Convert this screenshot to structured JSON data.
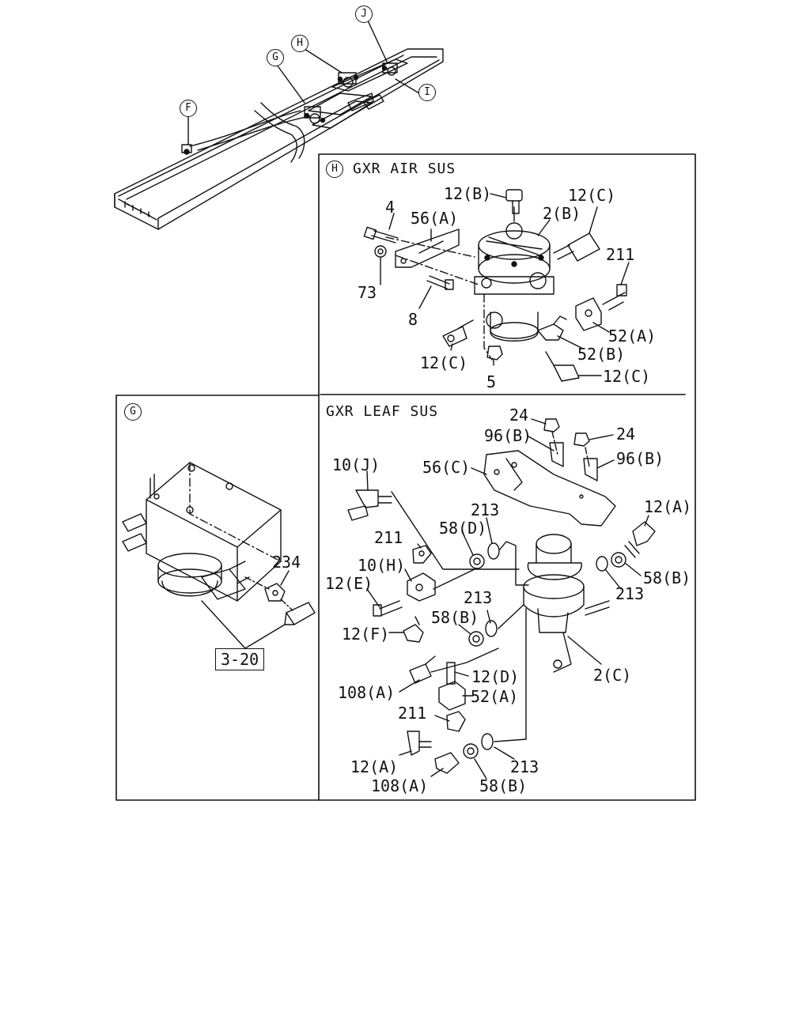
{
  "callouts": {
    "F": "F",
    "G": "G",
    "H": "H",
    "I": "I",
    "J": "J"
  },
  "sections": {
    "air_sus": {
      "marker": "H",
      "title": "GXR AIR SUS"
    },
    "leaf_sus": {
      "title": "GXR LEAF SUS"
    },
    "g_panel": {
      "marker": "G"
    }
  },
  "air_labels": {
    "p12b": "12(B)",
    "p12c_top": "12(C)",
    "p4": "4",
    "p56a": "56(A)",
    "p2b": "2(B)",
    "p211": "211",
    "p73": "73",
    "p8": "8",
    "p52a": "52(A)",
    "p52b": "52(B)",
    "p12c_left": "12(C)",
    "p5": "5",
    "p12c_bottom": "12(C)"
  },
  "leaf_labels": {
    "p24a": "24",
    "p96b_a": "96(B)",
    "p24b": "24",
    "p96b_b": "96(B)",
    "p56c": "56(C)",
    "p10j": "10(J)",
    "p213a": "213",
    "p12a_top": "12(A)",
    "p58d": "58(D)",
    "p211a": "211",
    "p10h": "10(H)",
    "p12e": "12(E)",
    "p58b_right": "58(B)",
    "p213_right": "213",
    "p213b": "213",
    "p58b_mid": "58(B)",
    "p12f": "12(F)",
    "p12d": "12(D)",
    "p2c": "2(C)",
    "p108a_top": "108(A)",
    "p52a": "52(A)",
    "p211b": "211",
    "p12a_bottom": "12(A)",
    "p213c": "213",
    "p108a_bottom": "108(A)",
    "p58b_bottom": "58(B)"
  },
  "g_labels": {
    "p234": "234",
    "ref": "3-20"
  }
}
